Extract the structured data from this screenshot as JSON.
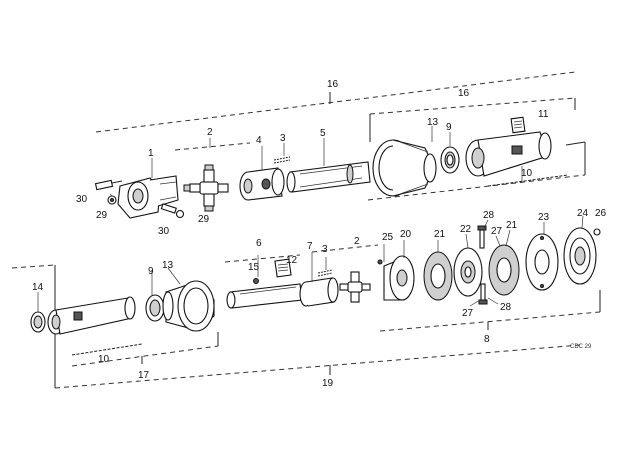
{
  "diagram": {
    "drawing_code": "CDC 29",
    "callouts": {
      "top_overall": "16",
      "top_sub": "16",
      "c11": "11",
      "c13_top": "13",
      "c9_top": "9",
      "c10_top": "10",
      "c2_top": "2",
      "c4": "4",
      "c3_top": "3",
      "c5": "5",
      "c1": "1",
      "c30_left": "30",
      "c29_left": "29",
      "c30_bottom": "30",
      "c29_right": "29",
      "c6": "6",
      "c7": "7",
      "c2_mid": "2",
      "c3_mid": "3",
      "c15": "15",
      "c12": "12",
      "c14": "14",
      "c9_bot": "9",
      "c13_bot": "13",
      "c10_bot": "10",
      "c17": "17",
      "c19": "19",
      "c25": "25",
      "c20": "20",
      "c21_left": "21",
      "c22": "22",
      "c28_top": "28",
      "c27_top": "27",
      "c21_right": "21",
      "c23": "23",
      "c24": "24",
      "c26": "26",
      "c27_bot": "27",
      "c28_bot": "28",
      "c8": "8"
    }
  }
}
